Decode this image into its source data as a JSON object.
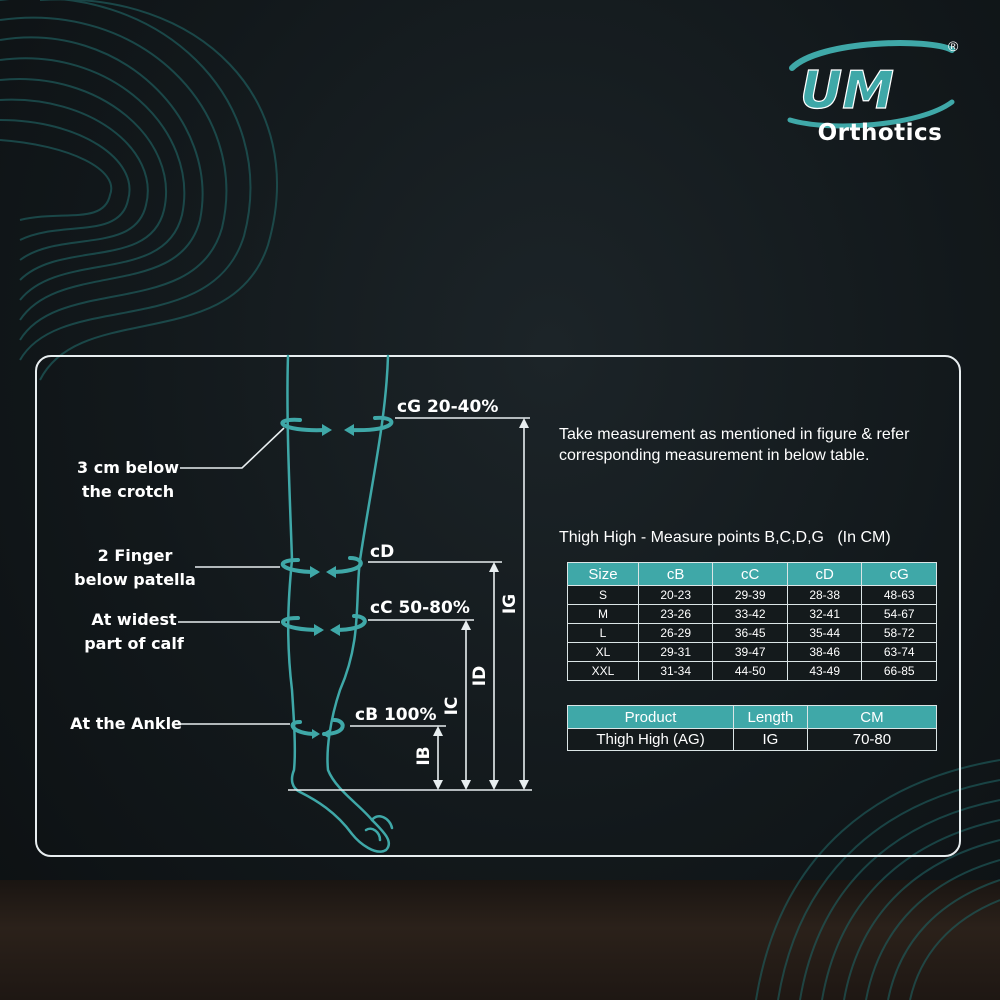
{
  "brand": {
    "logo_mark": "UM",
    "name": "Orthotics",
    "registered": "®",
    "accent_color": "#3fa8a8"
  },
  "diagram": {
    "callouts": {
      "crotch": "3 cm below\nthe crotch",
      "patella": "2 Finger\nbelow patella",
      "calf": "At widest\npart of calf",
      "ankle": "At the Ankle"
    },
    "measure_points": {
      "cG": "cG 20-40%",
      "cD": "cD",
      "cC": "cC 50-80%",
      "cB": "cB 100%"
    },
    "lengths": [
      "IB",
      "IC",
      "ID",
      "IG"
    ]
  },
  "instructions": "Take measurement as mentioned in figure & refer corresponding measurement in below table.",
  "size_table": {
    "title": "Thigh High - Measure points B,C,D,G   (In CM)",
    "headers": [
      "Size",
      "cB",
      "cC",
      "cD",
      "cG"
    ],
    "rows": [
      [
        "S",
        "20-23",
        "29-39",
        "28-38",
        "48-63"
      ],
      [
        "M",
        "23-26",
        "33-42",
        "32-41",
        "54-67"
      ],
      [
        "L",
        "26-29",
        "36-45",
        "35-44",
        "58-72"
      ],
      [
        "XL",
        "29-31",
        "39-47",
        "38-46",
        "63-74"
      ],
      [
        "XXL",
        "31-34",
        "44-50",
        "43-49",
        "66-85"
      ]
    ]
  },
  "product_table": {
    "headers": [
      "Product",
      "Length",
      "CM"
    ],
    "rows": [
      [
        "Thigh High (AG)",
        "IG",
        "70-80"
      ]
    ]
  }
}
